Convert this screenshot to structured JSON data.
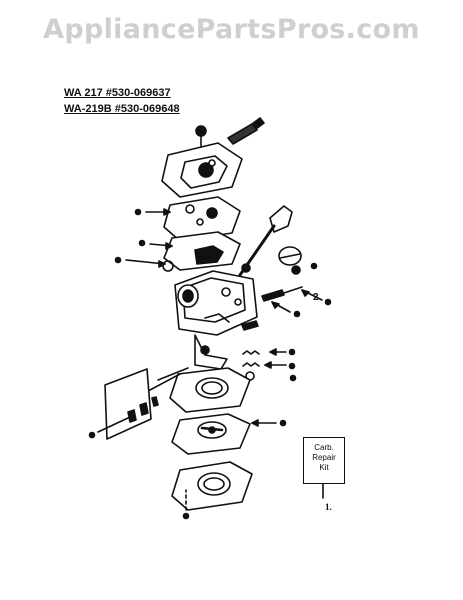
{
  "watermark": "AppliancePartsPros.com",
  "header": {
    "models": [
      "WA 217 #530-069637",
      "WA-219B #530-069648"
    ]
  },
  "kit": {
    "lines": [
      "Carb.",
      "Repair",
      "Kit"
    ],
    "ref_number": "1."
  },
  "callouts": {
    "part_2": "2"
  }
}
